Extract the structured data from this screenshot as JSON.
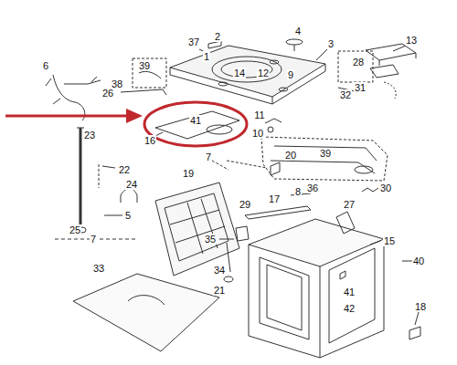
{
  "diagram": {
    "labels": [
      "6",
      "37",
      "2",
      "4",
      "3",
      "13",
      "1",
      "39",
      "38",
      "14",
      "12",
      "9",
      "28",
      "26",
      "31",
      "32",
      "41",
      "11",
      "10",
      "16",
      "23",
      "39",
      "36",
      "7",
      "20",
      "22",
      "24",
      "19",
      "8",
      "30",
      "5",
      "29",
      "17",
      "27",
      "35",
      "25",
      "15",
      "7",
      "34",
      "21",
      "40",
      "33",
      "41",
      "42",
      "18"
    ]
  }
}
